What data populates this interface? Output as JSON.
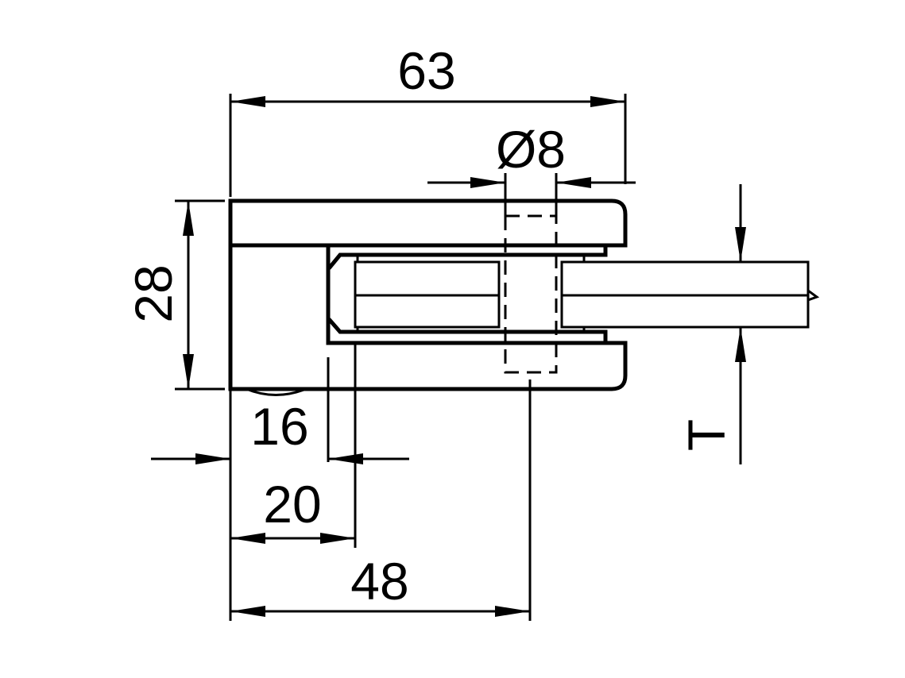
{
  "drawing": {
    "dimensions": {
      "overall_width": "63",
      "bolt_diameter": "Ø8",
      "height": "28",
      "glass_thickness": "T",
      "back_to_slot": "16",
      "back_to_glass": "20",
      "back_to_bolt": "48"
    },
    "colors": {
      "glass": "#8cdc6e",
      "line": "#000000"
    }
  }
}
